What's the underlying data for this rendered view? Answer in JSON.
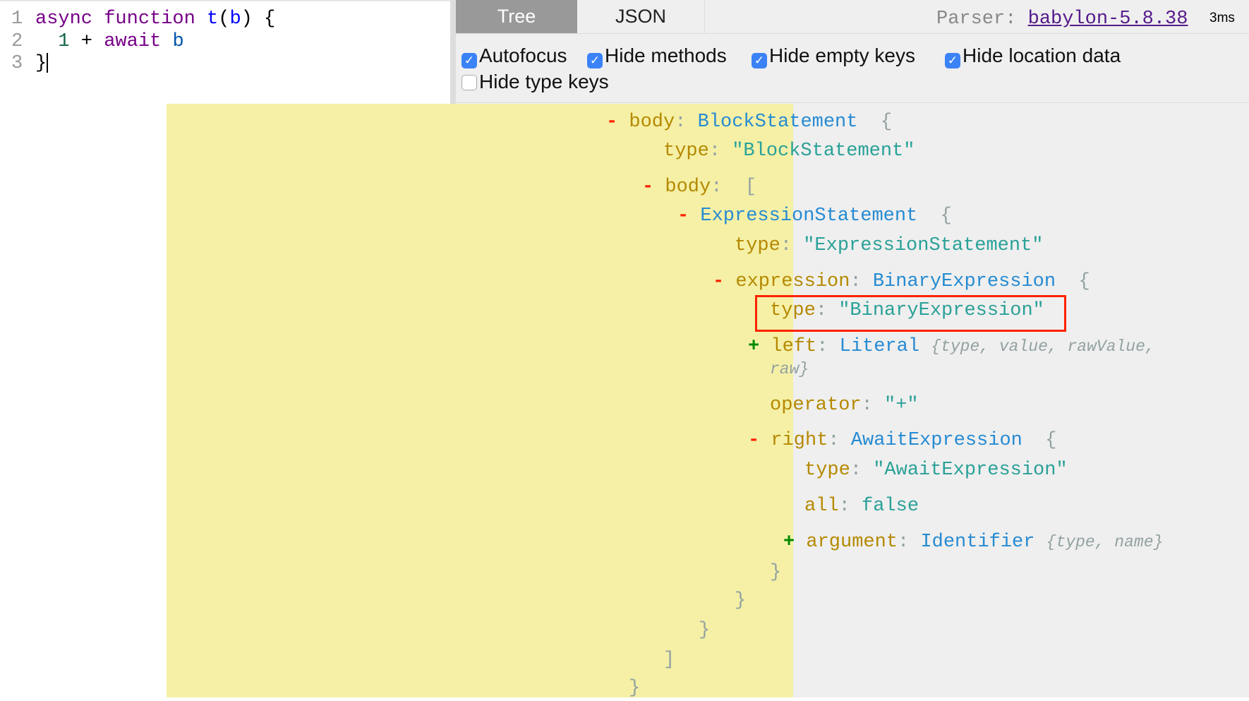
{
  "editor": {
    "line_numbers": [
      "1",
      "2",
      "3"
    ],
    "lines": [
      [
        {
          "t": "async",
          "c": "kw"
        },
        {
          "t": " ",
          "c": "pun"
        },
        {
          "t": "function",
          "c": "kw"
        },
        {
          "t": " ",
          "c": "pun"
        },
        {
          "t": "t",
          "c": "def"
        },
        {
          "t": "(",
          "c": "pun"
        },
        {
          "t": "b",
          "c": "def"
        },
        {
          "t": ") {",
          "c": "pun"
        }
      ],
      [
        {
          "t": "  ",
          "c": "pun"
        },
        {
          "t": "1",
          "c": "num"
        },
        {
          "t": " + ",
          "c": "pun"
        },
        {
          "t": "await",
          "c": "kw"
        },
        {
          "t": " ",
          "c": "pun"
        },
        {
          "t": "b",
          "c": "var2"
        }
      ],
      [
        {
          "t": "}",
          "c": "pun"
        }
      ]
    ]
  },
  "tabs": {
    "tree": "Tree",
    "json": "JSON"
  },
  "parser": {
    "label": "Parser: ",
    "name": "babylon-5.8.38",
    "time": "3ms"
  },
  "options": [
    {
      "label": "Autofocus",
      "checked": true
    },
    {
      "label": "Hide methods",
      "checked": true
    },
    {
      "label": "Hide empty keys",
      "checked": true
    },
    {
      "label": "Hide location data",
      "checked": true
    },
    {
      "label": "Hide type keys",
      "checked": false
    }
  ],
  "colors": {
    "tree_bg": "#f5f0a6",
    "highlight": "#ff2200",
    "checkbox": "#3b82f6"
  },
  "tree": {
    "body_key": "body",
    "body_type": "BlockStatement",
    "type_key": "type",
    "body_type_str": "\"BlockStatement\"",
    "stmt_type": "ExpressionStatement",
    "stmt_type_str": "\"ExpressionStatement\"",
    "expr_key": "expression",
    "expr_type": "BinaryExpression",
    "expr_type_str": "\"BinaryExpression\"",
    "left_key": "left",
    "left_type": "Literal",
    "left_summary_1": "type, value, rawValue,",
    "left_summary_2": "raw",
    "operator_key": "operator",
    "operator_val": "\"+\"",
    "right_key": "right",
    "right_type": "AwaitExpression",
    "right_type_str": "\"AwaitExpression\"",
    "all_key": "all",
    "all_val": "false",
    "arg_key": "argument",
    "arg_type": "Identifier",
    "arg_summary": "type, name"
  }
}
